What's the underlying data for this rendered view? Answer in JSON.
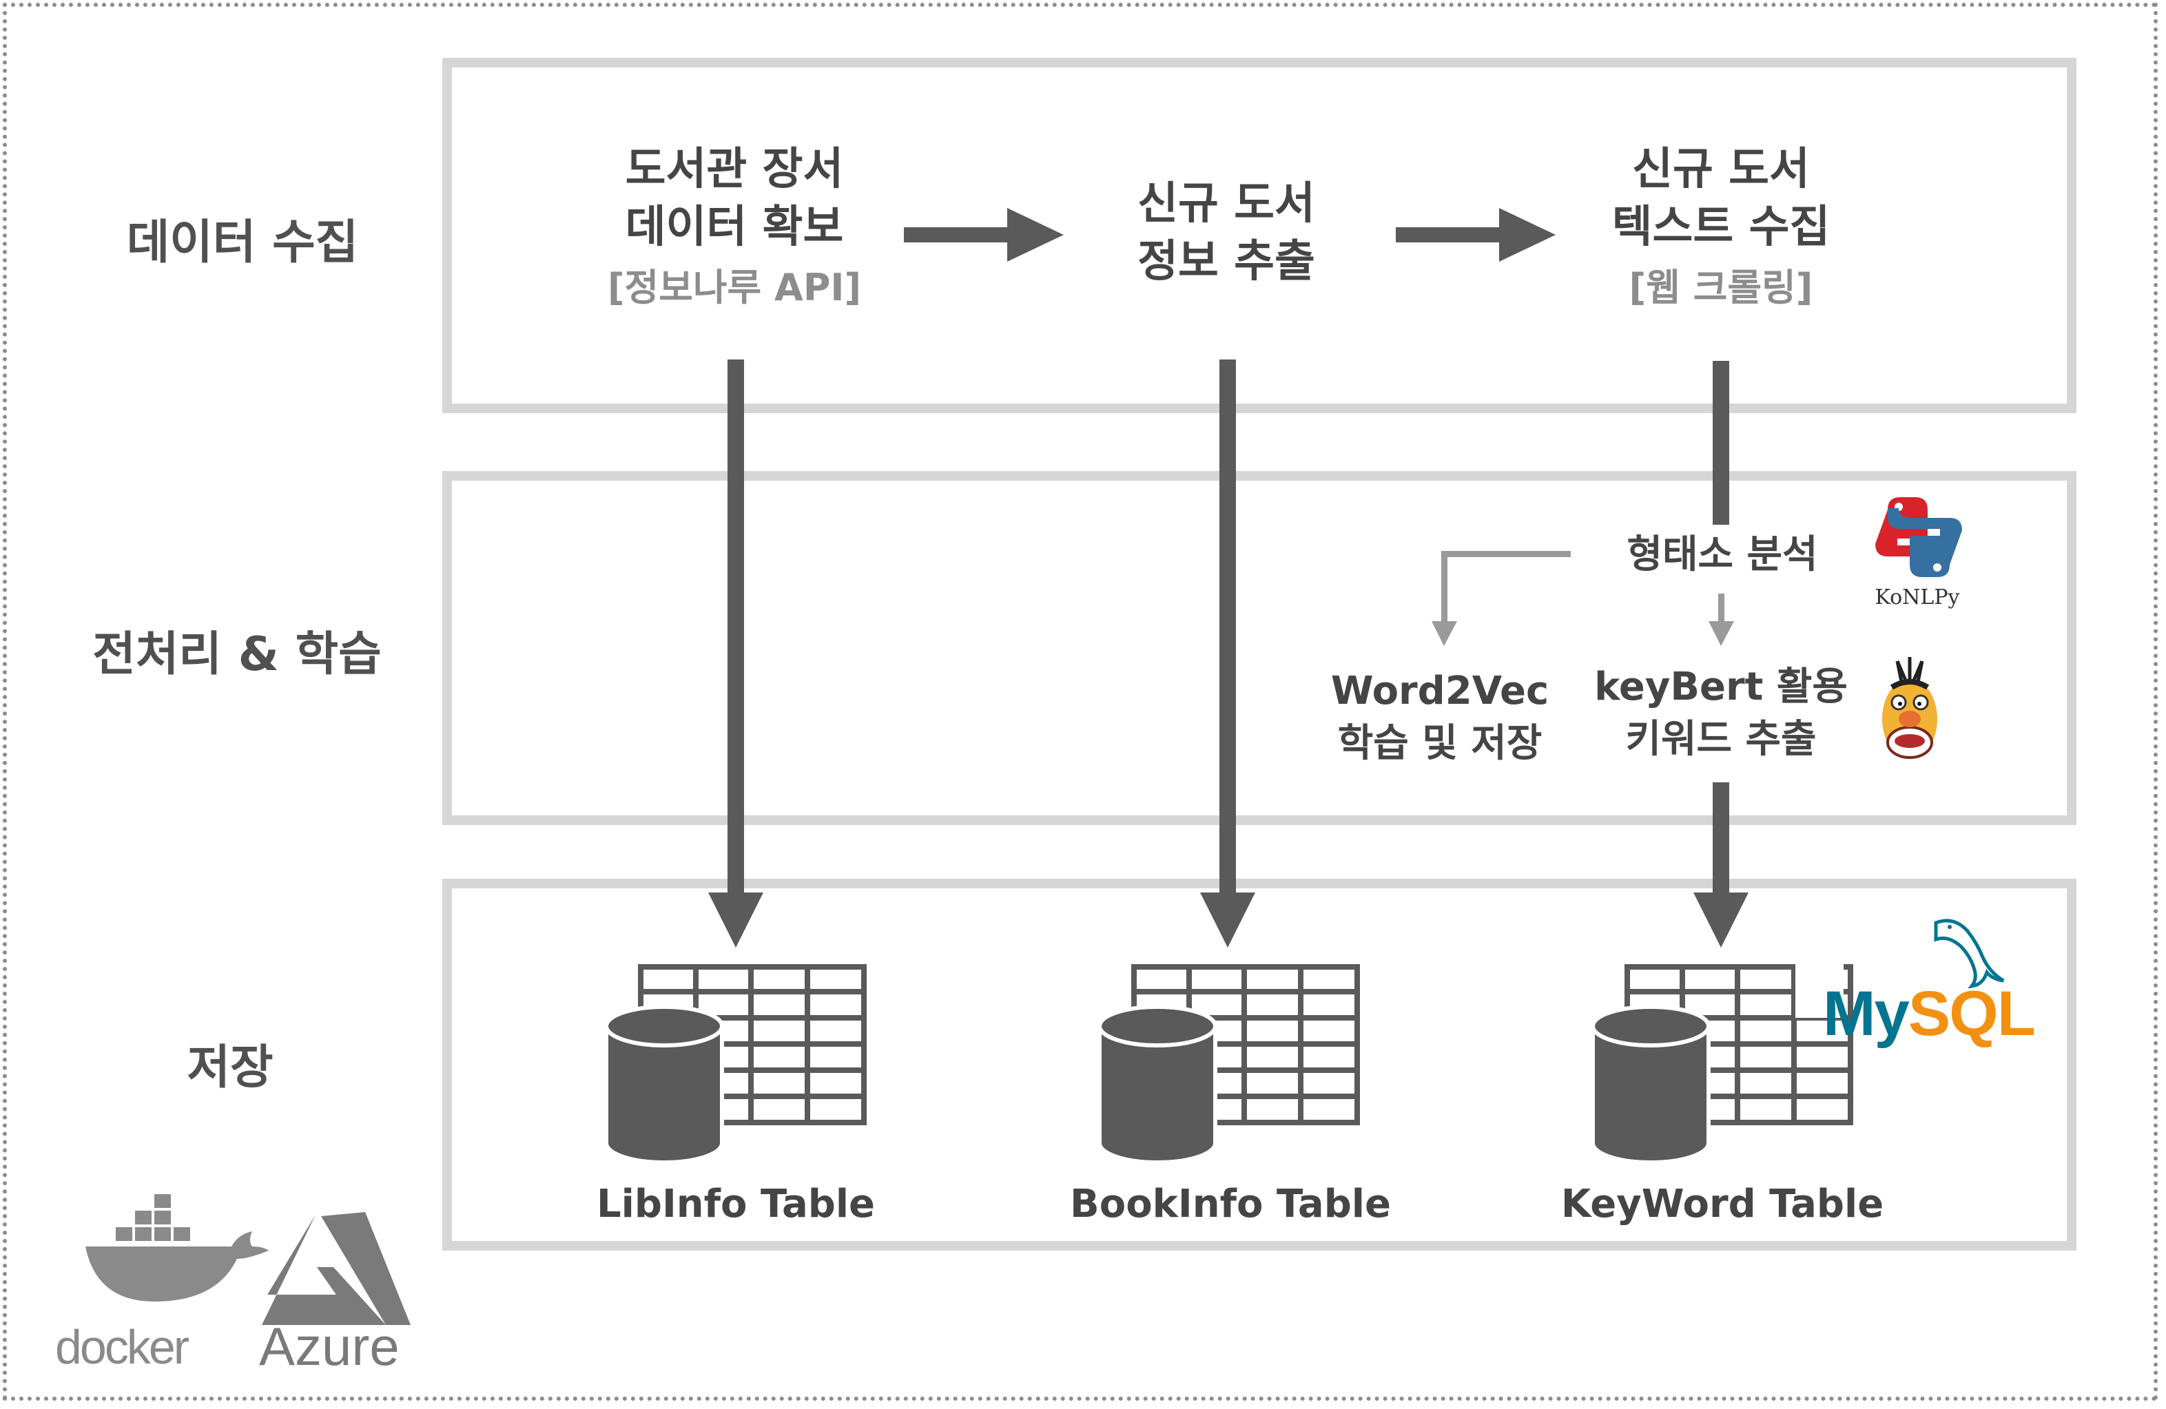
{
  "rows": [
    {
      "label": "데이터 수집"
    },
    {
      "label": "전처리 & 학습"
    },
    {
      "label": "저장"
    }
  ],
  "collect": {
    "node1": {
      "line1": "도서관 장서",
      "line2": "데이터 확보",
      "sub": "[정보나루 API]"
    },
    "node2": {
      "line1": "신규 도서",
      "line2": "정보 추출"
    },
    "node3": {
      "line1": "신규 도서",
      "line2": "텍스트 수집",
      "sub": "[웹 크롤링]"
    }
  },
  "preprocess": {
    "morph": "형태소 분석",
    "word2vec": {
      "line1": "Word2Vec",
      "line2": "학습 및 저장"
    },
    "keybert": {
      "line1": "keyBert 활용",
      "line2": "키워드 추출"
    }
  },
  "storage": {
    "tables": [
      "LibInfo Table",
      "BookInfo Table",
      "KeyWord Table"
    ]
  },
  "logos": {
    "konlpy": "KoNLPy",
    "mysql_my": "My",
    "mysql_sql": "SQL",
    "docker": "docker",
    "azure": "Azure"
  },
  "colors": {
    "arrow": "#5a5a5a",
    "arrow_light": "#9a9a9a",
    "panel_border": "#d6d6d6",
    "mysql_blue": "#00758f",
    "mysql_orange": "#f29111",
    "python_blue": "#3670a0",
    "python_red": "#d8232a"
  }
}
